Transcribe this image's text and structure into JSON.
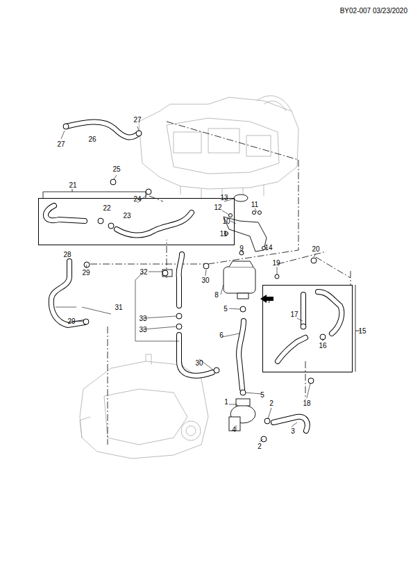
{
  "diagram": {
    "nodes": [
      {
        "text": [
          "21"
        ]
      },
      {
        "text": [
          "15"
        ]
      }
    ],
    "labels": [
      "BY02-007 03/23/2020",
      "27",
      "26",
      "27",
      "25",
      "22",
      "23",
      "24",
      "13",
      "12",
      "11",
      "11",
      "10",
      "9",
      "14",
      "28",
      "29",
      "32",
      "30",
      "20",
      "19",
      "8",
      "7",
      "5",
      "31",
      "29",
      "33",
      "33",
      "6",
      "17",
      "16",
      "30",
      "5",
      "1",
      "2",
      "18",
      "4",
      "3",
      "2"
    ]
  }
}
